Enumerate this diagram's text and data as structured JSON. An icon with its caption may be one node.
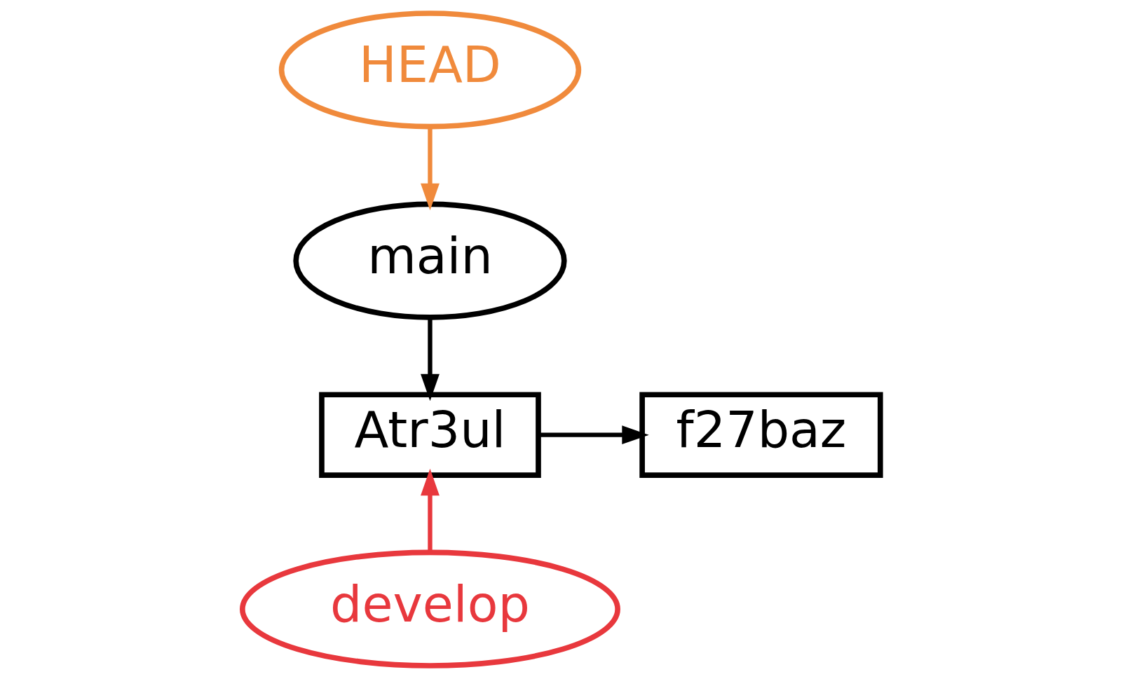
{
  "diagram": {
    "nodes": [
      {
        "text": [
          "HEAD"
        ]
      },
      {
        "text": [
          "main"
        ]
      },
      {
        "text": [
          "Atr3ul"
        ]
      },
      {
        "text": [
          "f27baz"
        ]
      },
      {
        "text": [
          "develop"
        ]
      }
    ],
    "edges": [
      {
        "from": 0,
        "to": 1,
        "arrow": "to",
        "color": "#f08a3c"
      },
      {
        "from": 1,
        "to": 2,
        "arrow": "to"
      },
      {
        "from": 2,
        "to": 3,
        "arrow": "to"
      },
      {
        "from": 4,
        "to": 2,
        "arrow": "to",
        "color": "#e8383d"
      }
    ]
  }
}
